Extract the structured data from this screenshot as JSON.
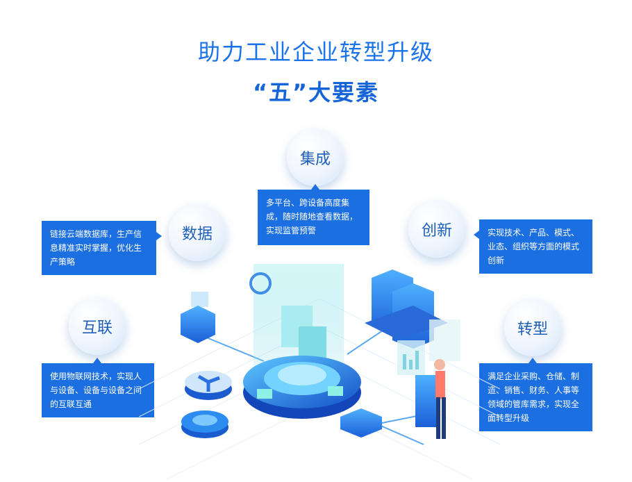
{
  "title": {
    "line1": "助力工业企业转型升级",
    "line2": "“五”大要素"
  },
  "elements": [
    {
      "id": "jicheng",
      "name": "集成",
      "desc": "多平台、跨设备高度集成，随时随地查看数据，实现监管预警"
    },
    {
      "id": "shuju",
      "name": "数据",
      "desc": "链接云端数据库，生产信息精准实时掌握，优化生产策略"
    },
    {
      "id": "chuangxin",
      "name": "创新",
      "desc": "实现技术、产品、模式、业态、组织等方面的模式创新"
    },
    {
      "id": "hulian",
      "name": "互联",
      "desc": "使用物联网技术，实现人与设备、设备与设备之间的互联互通"
    },
    {
      "id": "zhuanxing",
      "name": "转型",
      "desc": "满足企业采购、仓储、制造、销售、财务、人事等领域的管库需求，实现全面转型升级"
    }
  ],
  "colors": {
    "accent": "#1c6fe0",
    "title": "#1a73e8",
    "bubble_text": "#1d5fb8"
  }
}
